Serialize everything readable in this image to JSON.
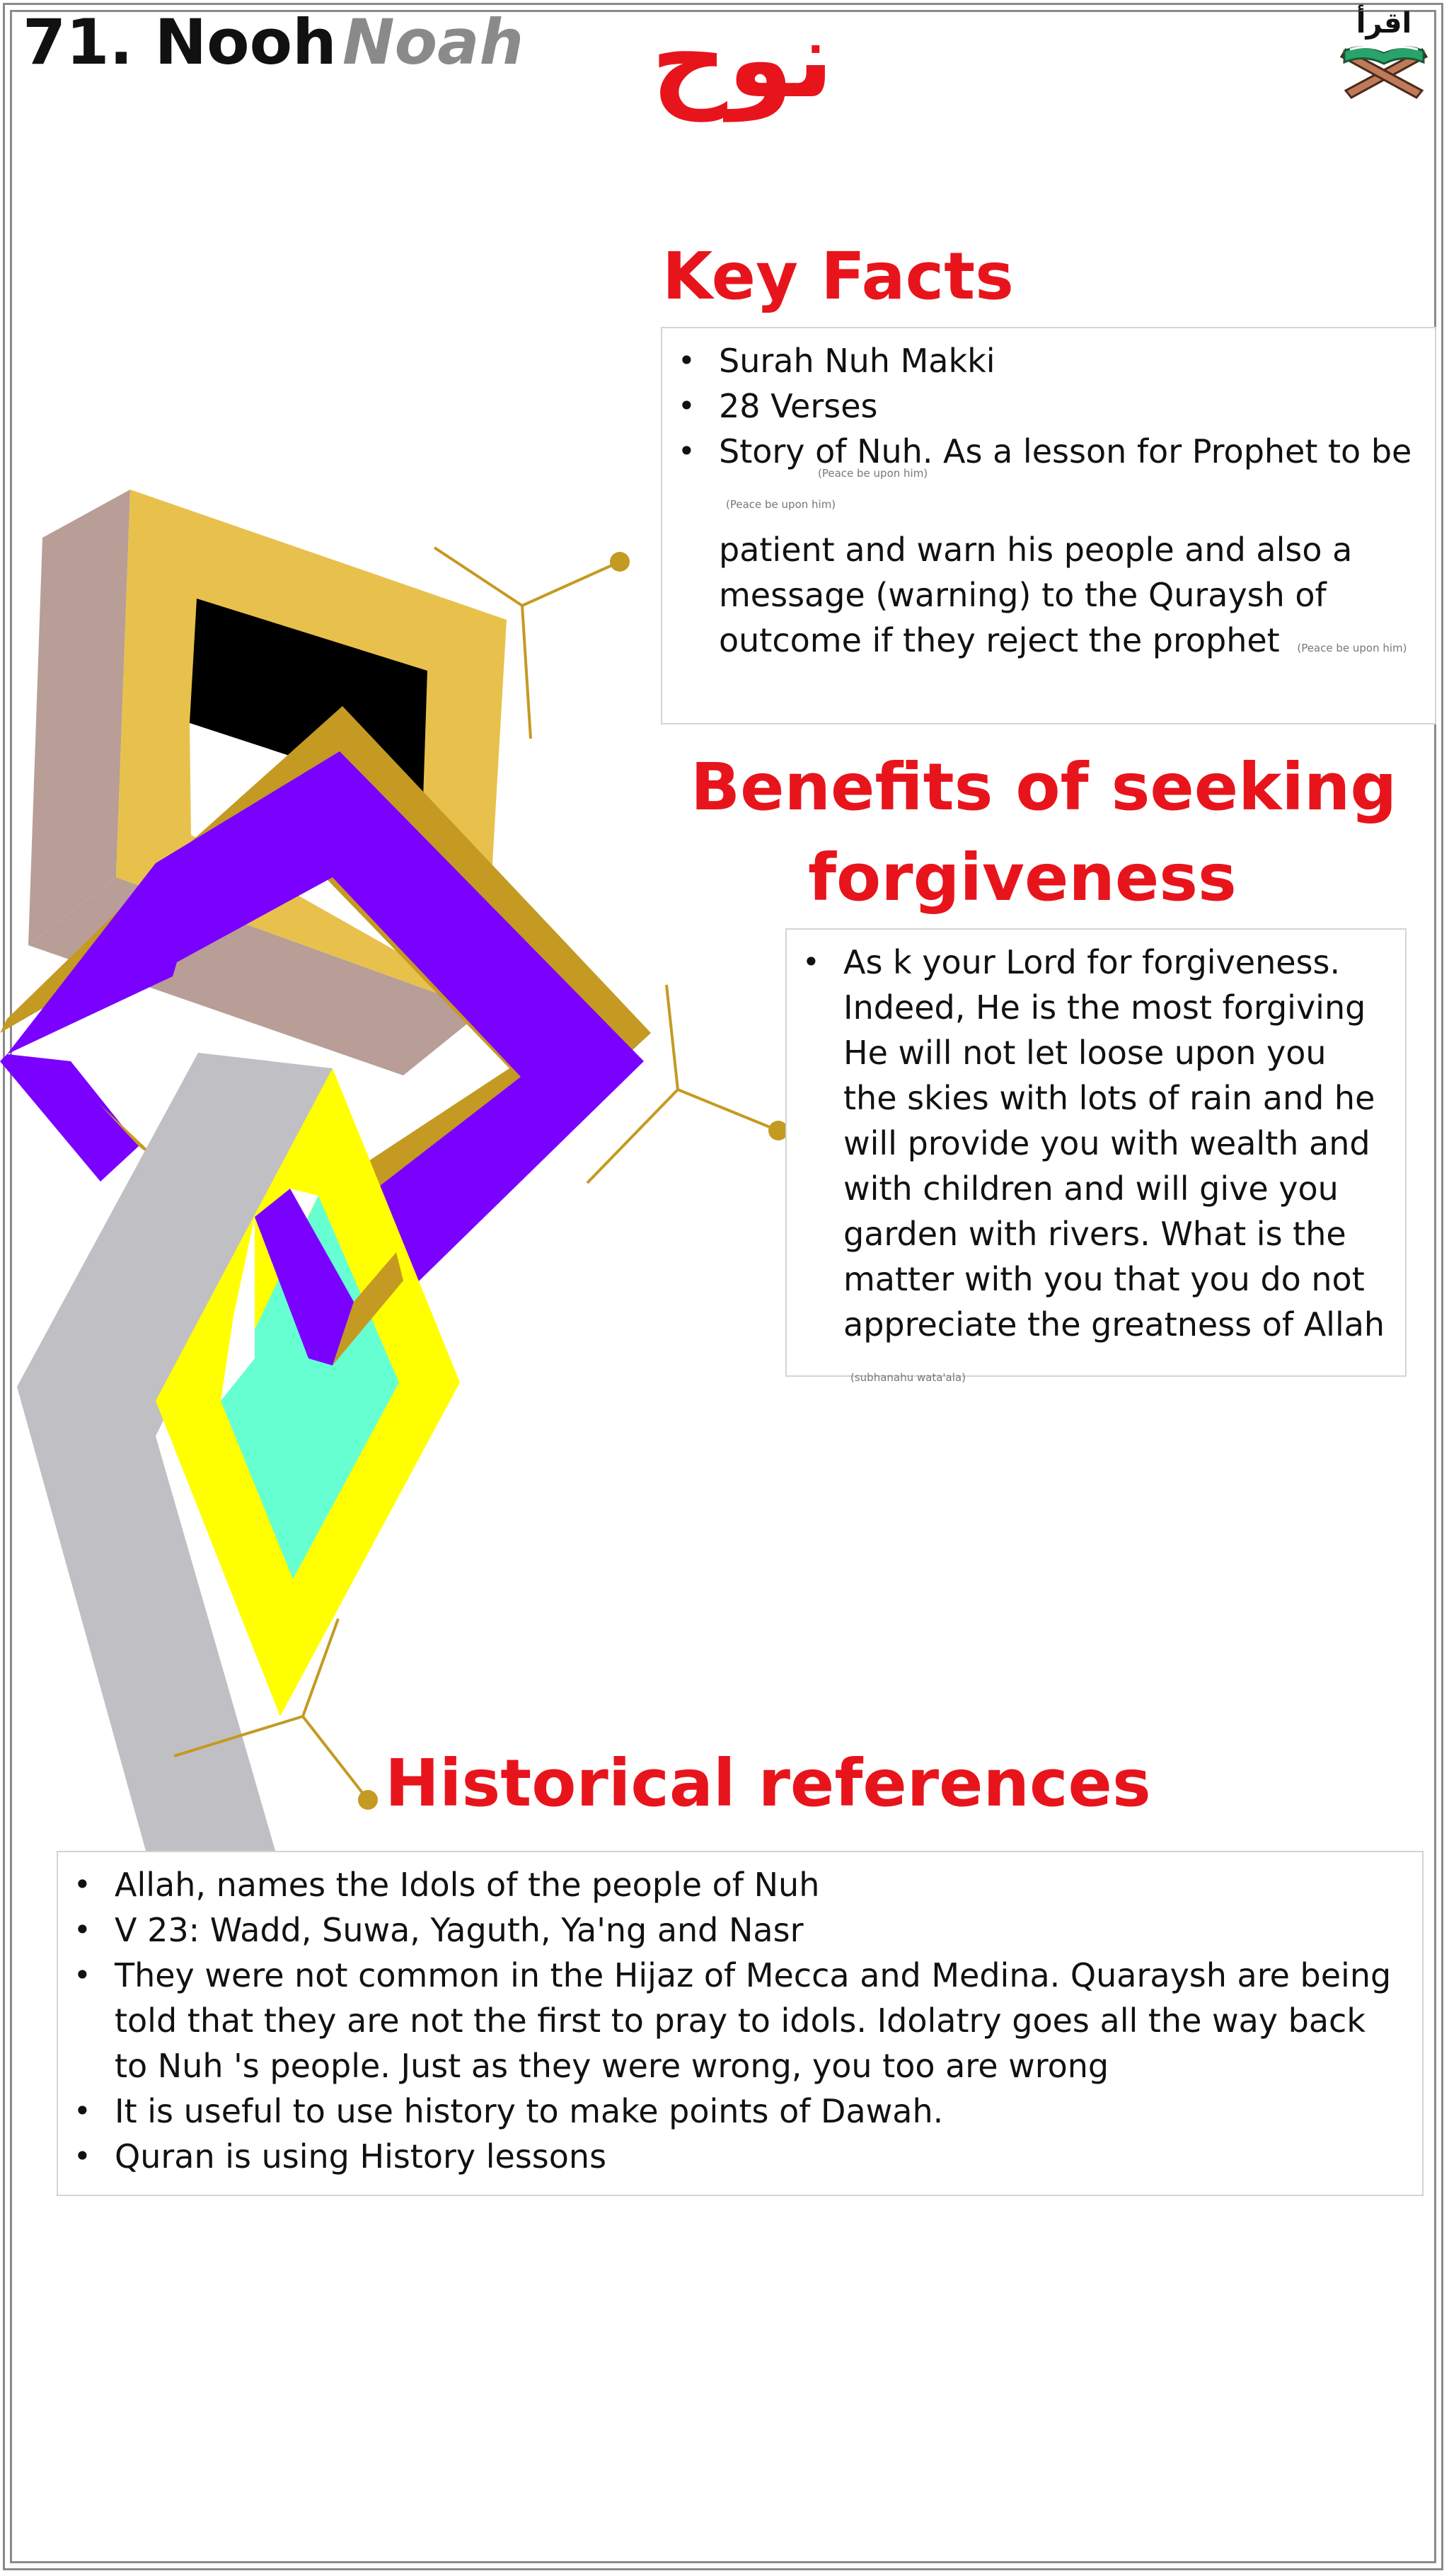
{
  "header": {
    "title": "71. Nooh",
    "subtitle": "Noah",
    "arabic_title": "نوح",
    "logo_text": "اقرأ",
    "logo_icon": "quran-stand-icon"
  },
  "key_facts": {
    "heading": "Key Facts",
    "items": [
      "Surah Nuh   Makki",
      "28 Verses"
    ],
    "story_line1": "Story of Nuh. As a lesson for Prophet  to be",
    "story_rest": "patient and warn his people and also a message (warning) to the Quraysh of outcome if they reject the prophet",
    "note_nuh": "(Peace be upon him)",
    "note_prophet": "(Peace be upon him)",
    "note_end": "(Peace be upon him)"
  },
  "benefits": {
    "heading_line1": "Benefits of seeking",
    "heading_line2": "forgiveness",
    "text": "As k your Lord for forgiveness. Indeed, He is the most forgiving He will not let loose upon you the skies with lots of rain and he will provide you with wealth and with children and will give you garden with rivers. What is the matter with you that you do not appreciate the greatness of Allah",
    "note": "(subhanahu wata'ala)"
  },
  "historical": {
    "heading": "Historical references",
    "items": [
      "Allah, names the Idols of the people of Nuh",
      "V 23: Wadd, Suwa, Yaguth, Ya'ng and Nasr",
      "They were not common in the Hijaz of Mecca and Medina. Quaraysh are being told that they are not the first to pray to idols. Idolatry goes all the way back to Nuh  's people. Just as they were wrong, you too are wrong",
      " It is useful to use history to make points of Dawah.",
      "Quran is using History lessons"
    ]
  },
  "colors": {
    "accent_red": "#e8141c",
    "gold": "#c49a22",
    "purple": "#7a00ff",
    "yellow": "#ffff00",
    "aqua": "#66ffd2",
    "gray": "#c0c0c4",
    "taupe": "#b89e96",
    "mustard": "#e8c14c"
  }
}
